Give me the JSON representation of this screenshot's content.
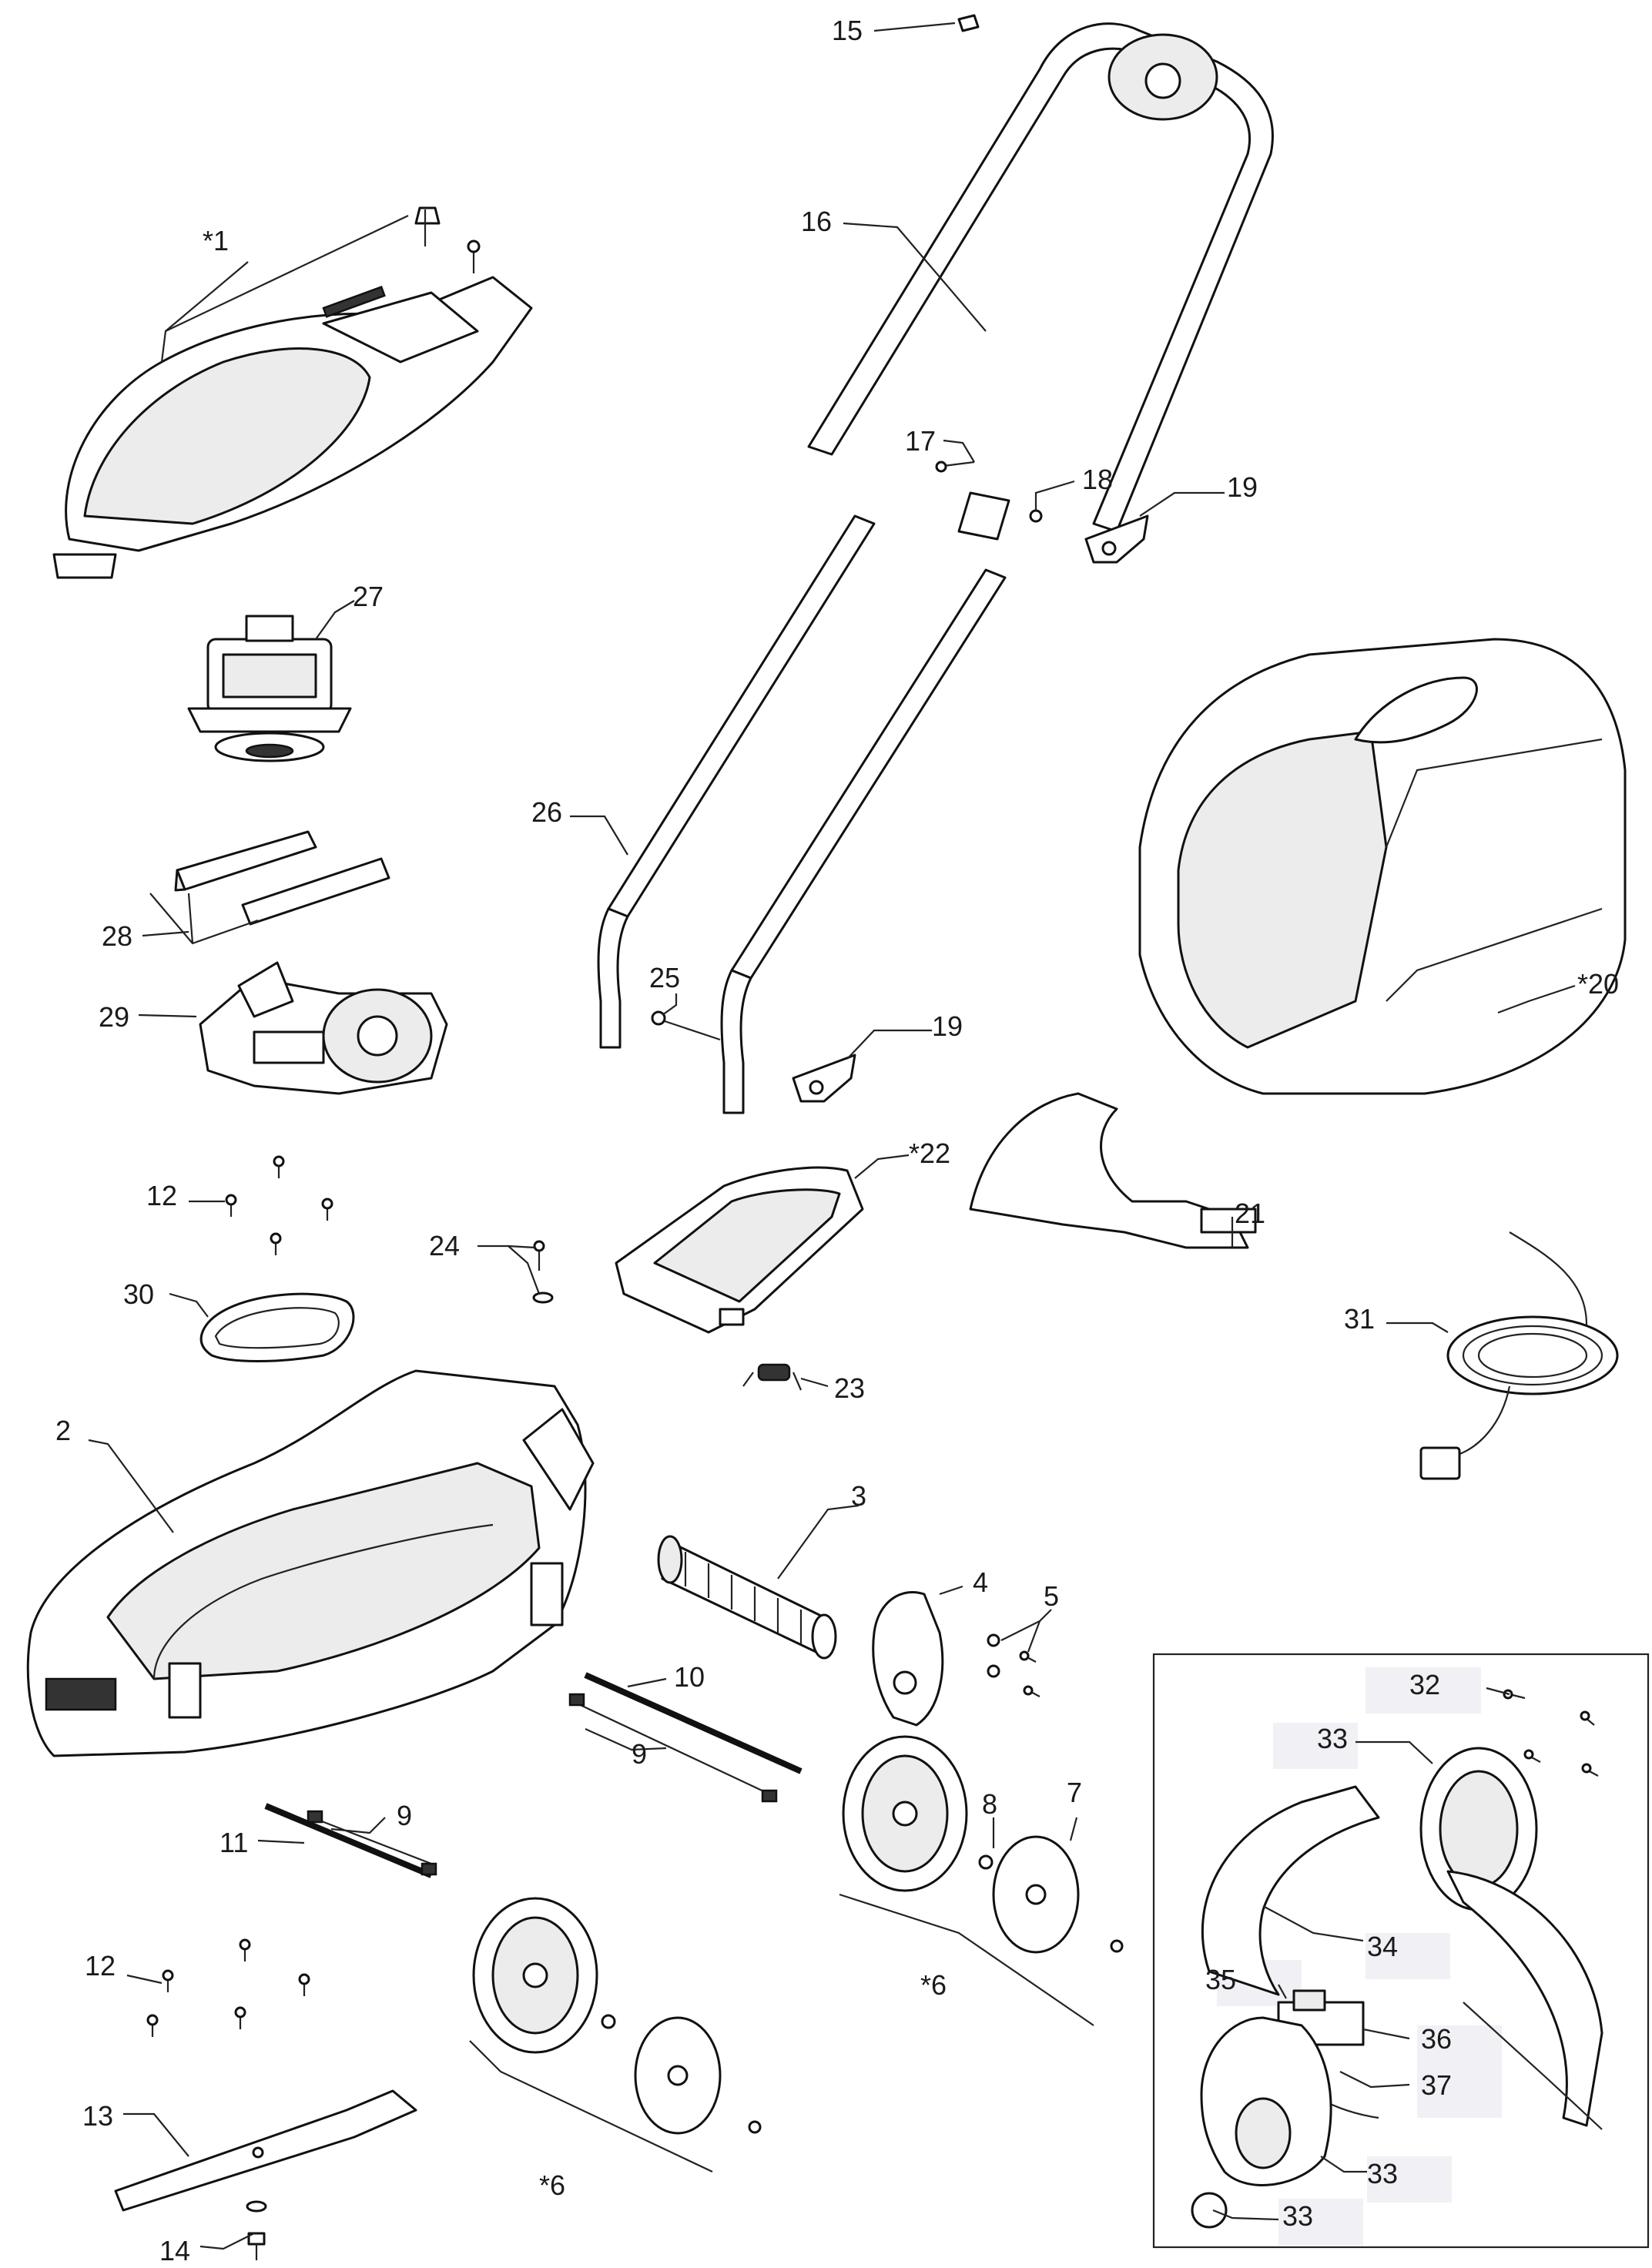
{
  "diagram": {
    "labels": {
      "l_1": "*1",
      "l_2": "2",
      "l_3": "3",
      "l_4": "4",
      "l_5": "5",
      "l_6a": "*6",
      "l_6b": "*6",
      "l_7": "7",
      "l_8": "8",
      "l_9a": "9",
      "l_9b": "9",
      "l_10": "10",
      "l_11": "11",
      "l_12a": "12",
      "l_12b": "12",
      "l_13": "13",
      "l_14": "14",
      "l_15": "15",
      "l_16": "16",
      "l_17": "17",
      "l_18": "18",
      "l_19a": "19",
      "l_19b": "19",
      "l_20": "*20",
      "l_21": "21",
      "l_22": "*22",
      "l_23": "23",
      "l_24": "24",
      "l_25": "25",
      "l_26": "26",
      "l_27": "27",
      "l_28": "28",
      "l_29": "29",
      "l_30": "30",
      "l_31": "31",
      "l_32": "32",
      "l_33a": "33",
      "l_33b": "33",
      "l_33c": "33",
      "l_34": "34",
      "l_35": "35",
      "l_36": "36",
      "l_37": "37"
    },
    "colors": {
      "line": "#222222",
      "label": "#1a1a1a",
      "inset_shade": "#f1f1f5",
      "background": "#ffffff"
    }
  }
}
